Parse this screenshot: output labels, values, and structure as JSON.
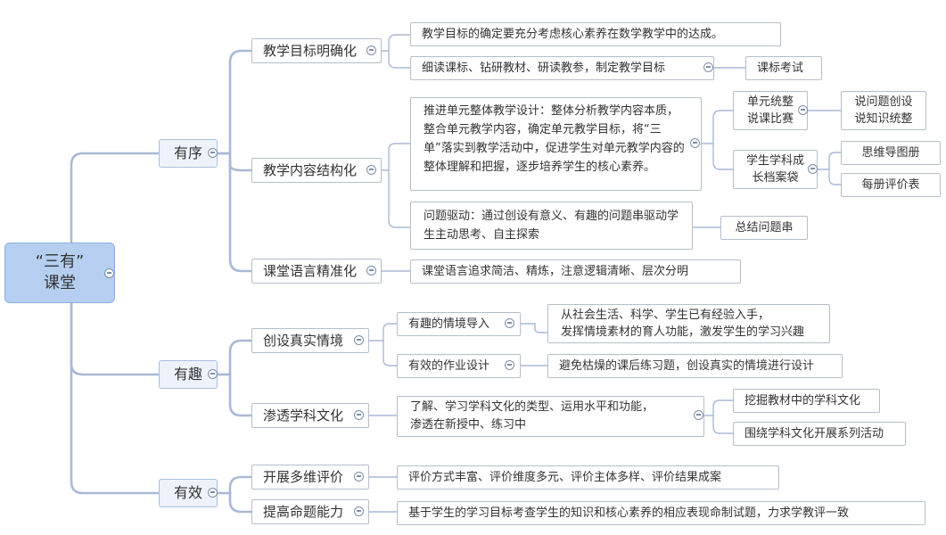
{
  "root": {
    "line1": "“三有”",
    "line2": "课堂"
  },
  "branches": {
    "youxu": {
      "label": "有序",
      "goal": {
        "label": "教学目标明确化",
        "item1": "教学目标的确定要充分考虑核心素养在数学教学中的达成。",
        "item2": "细读课标、钻研教材、研读教参，制定教学目标",
        "item2_child": "课标考试"
      },
      "content": {
        "label": "教学内容结构化",
        "unit_text": "推进单元整体教学设计：整体分析教学内容本质，整合单元教学内容，确定单元教学目标，将“三单”落实到教学活动中，促进学生对单元教学内容的整体理解和把握，逐步培养学生的核心素养。",
        "unit_children": {
          "a": {
            "l1": "单元统整",
            "l2": "说课比赛",
            "child_l1": "说问题创设",
            "child_l2": "说知识统整"
          },
          "b": {
            "l1": "学生学科成",
            "l2": "长档案袋",
            "children": [
              "思维导图册",
              "每册评价表"
            ]
          }
        },
        "problem_text": "问题驱动：通过创设有意义、有趣的问题串驱动学生主动思考、自主探索",
        "problem_child": "总结问题串"
      },
      "language": {
        "label": "课堂语言精准化",
        "item": "课堂语言追求简洁、精炼，注意逻辑清晰、层次分明"
      }
    },
    "youqu": {
      "label": "有趣",
      "situation": {
        "label": "创设真实情境",
        "intro": "有趣的情境导入",
        "intro_detail_l1": "从社会生活、科学、学生已有经验入手，",
        "intro_detail_l2": "发挥情境素材的育人功能，激发学生的学习兴趣",
        "homework": "有效的作业设计",
        "homework_detail": "避免枯燥的课后练习题，创设真实的情境进行设计"
      },
      "culture": {
        "label": "渗透学科文化",
        "detail_l1": "了解、学习学科文化的类型、运用水平和功能，",
        "detail_l2": "渗透在新授中、练习中",
        "children": [
          "挖掘教材中的学科文化",
          "围绕学科文化开展系列活动"
        ]
      }
    },
    "youxiao": {
      "label": "有效",
      "eval": {
        "label": "开展多维评价",
        "item": "评价方式丰富、评价维度多元、评价主体多样、评价结果成案"
      },
      "exam": {
        "label": "提高命题能力",
        "item": "基于学生的学习目标考查学生的知识和核心素养的相应表现命制试题，力求学教评一致"
      }
    }
  },
  "colors": {
    "root_fill": "#b6cff1",
    "line": "#a9b9d6",
    "border": "#b7bec9"
  }
}
